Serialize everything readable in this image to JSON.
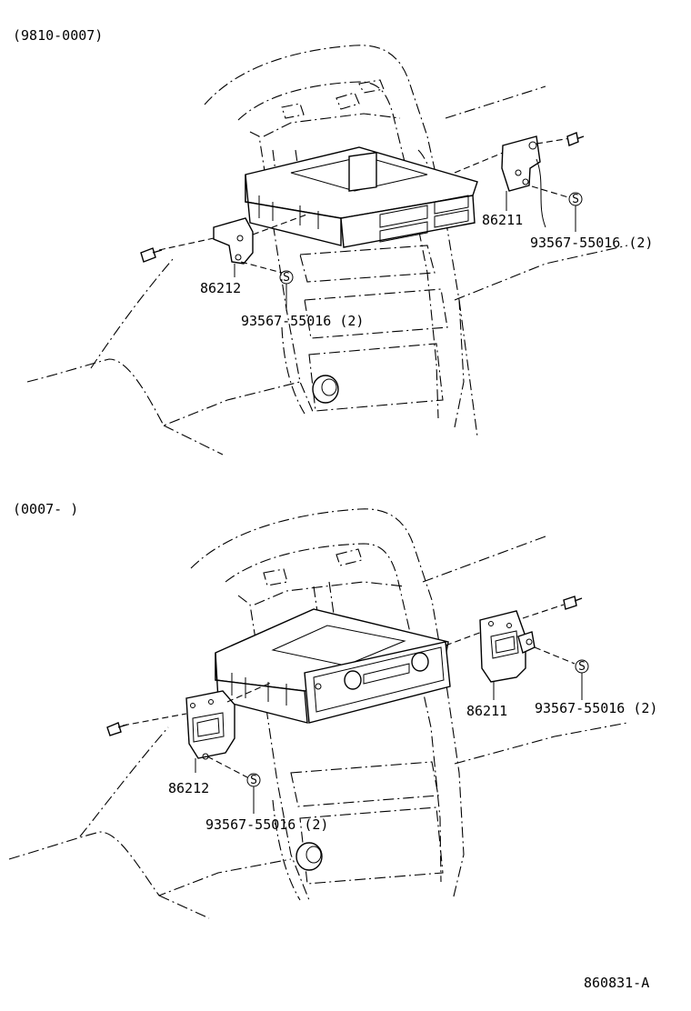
{
  "diagram": {
    "top": {
      "period": "(9810-0007)",
      "parts": {
        "right_bracket": "86211",
        "left_bracket": "86212",
        "screw_right": "93567-55016 (2)",
        "screw_left": "93567-55016 (2)",
        "screw_symbol": "S"
      }
    },
    "bottom": {
      "period": "(0007-      )",
      "parts": {
        "right_bracket": "86211",
        "left_bracket": "86212",
        "screw_right": "93567-55016 (2)",
        "screw_left": "93567-55016 (2)",
        "screw_symbol": "S"
      }
    },
    "illustration_id": "860831-A"
  }
}
